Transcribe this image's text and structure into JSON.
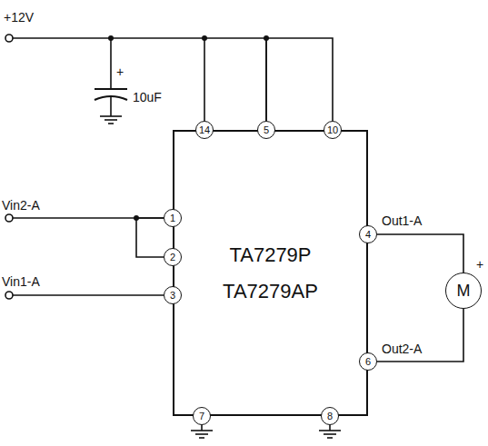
{
  "diagram": {
    "nodes": [
      {
        "text": [
          "TA7279P",
          "TA7279AP"
        ]
      },
      {
        "text": [
          "14"
        ]
      },
      {
        "text": [
          "5"
        ]
      },
      {
        "text": [
          "10"
        ]
      },
      {
        "text": [
          "1"
        ]
      },
      {
        "text": [
          "2"
        ]
      },
      {
        "text": [
          "3"
        ]
      },
      {
        "text": [
          "4"
        ]
      },
      {
        "text": [
          "M"
        ]
      },
      {
        "text": [
          "6"
        ]
      },
      {
        "text": [
          "7"
        ]
      },
      {
        "text": [
          "8"
        ]
      }
    ],
    "edges": [
      {
        "from": 1,
        "to": 2,
        "arrow": "none"
      },
      {
        "from": 2,
        "to": 3,
        "arrow": "none"
      },
      {
        "from": 4,
        "to": 5,
        "arrow": "none"
      },
      {
        "from": 7,
        "to": 8,
        "arrow": "none"
      },
      {
        "from": 8,
        "to": 9,
        "arrow": "none"
      }
    ],
    "labels": [
      "+12V",
      "+",
      "10uF",
      "Vin2-A",
      "Vin1-A",
      "Out1-A",
      "+",
      "Out2-A"
    ]
  }
}
